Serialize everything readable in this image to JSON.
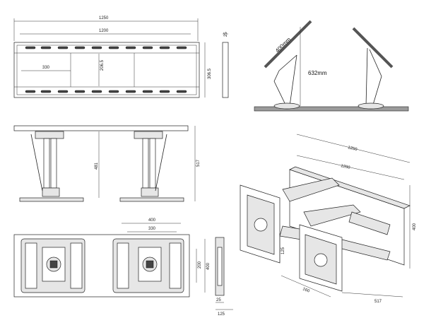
{
  "top_view": {
    "width_outer": "1250",
    "width_inner": "1200",
    "span": "330",
    "height_inner": "206.5",
    "height_outer": "306.5",
    "depth": "25"
  },
  "side_profile": {
    "diagonal": "400mm",
    "extension": "632mm"
  },
  "front_view": {
    "height_inner": "481",
    "height_outer": "517"
  },
  "bottom_view": {
    "width_outer": "400",
    "width_inner": "330",
    "height_inner": "200",
    "height_outer": "400",
    "depth_a": "25",
    "depth_b": "125"
  },
  "iso_view": {
    "length_outer": "1250",
    "length_inner": "1200",
    "height": "400",
    "depth_a": "125",
    "depth_b": "517",
    "side_a": "160"
  }
}
